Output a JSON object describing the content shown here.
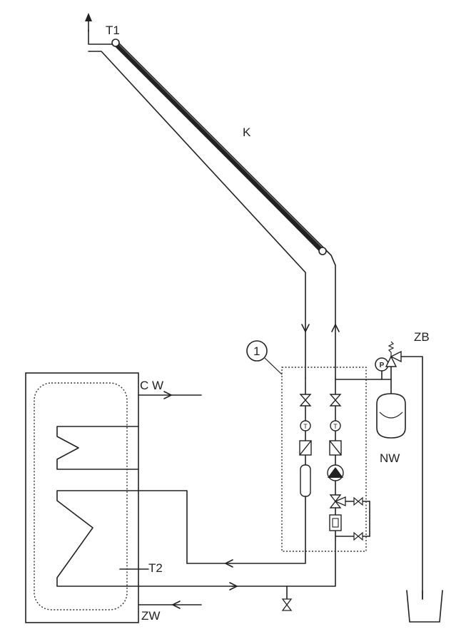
{
  "labels": {
    "collector_sensor": "T1",
    "collector": "K",
    "station_number": "1",
    "safety_valve": "ZB",
    "pressure_gauge": "P",
    "expansion_vessel": "NW",
    "cold_water": "C W",
    "tank_sensor": "T2",
    "warm_water": "ZW",
    "thermometer_left": "T",
    "thermometer_right": "T"
  }
}
